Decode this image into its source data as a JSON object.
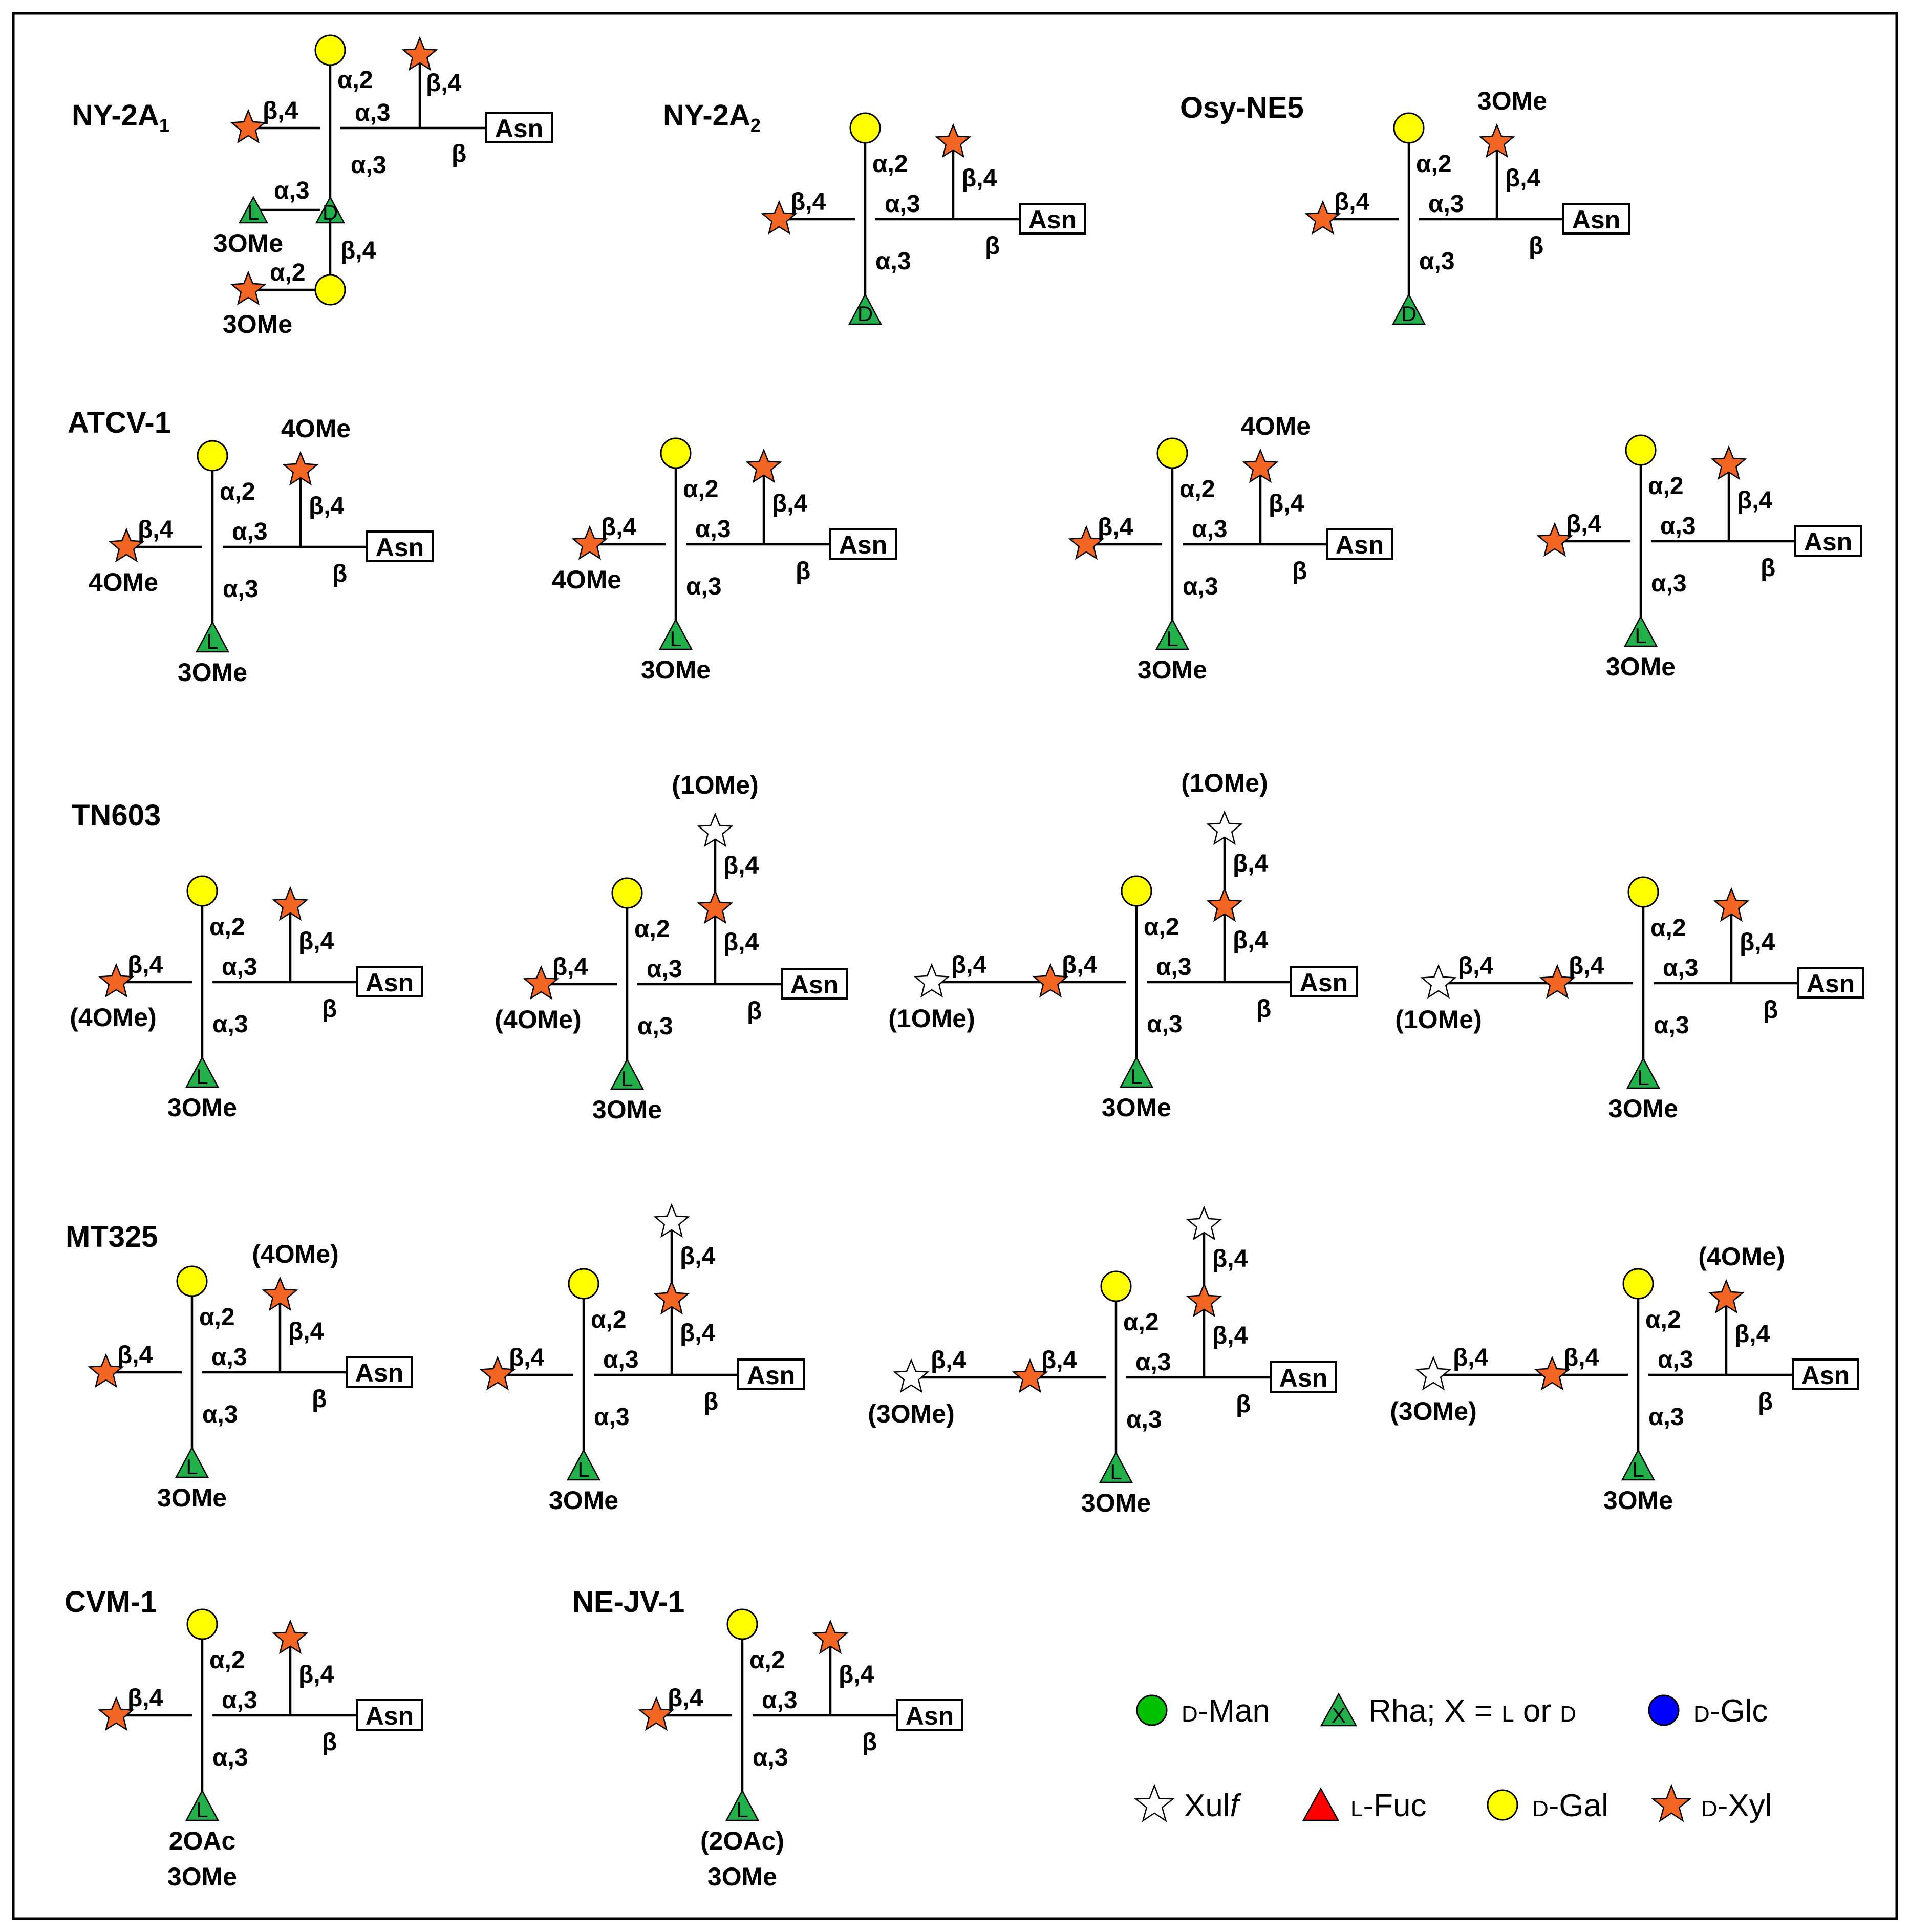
{
  "colors": {
    "gal": "#ffff00",
    "glc": "#0000ff",
    "man": "#00c000",
    "rha": "#22b04a",
    "fuc": "#ff0000",
    "xyl": "#f26522",
    "xulf": "#ffffff"
  },
  "glycans": [
    {
      "title": "NY-2A",
      "title_sub": "1",
      "main_xyl_label": "",
      "xyl4_top": "",
      "xyl4_top_mod": "",
      "xyl4_left": "",
      "xyl4_left_mod": "",
      "xulf_left_mod": "",
      "rha_letter": "D",
      "rha_mods": []
    },
    {
      "title": "NY-2A",
      "title_sub": "2",
      "xyl4_top_mod": "",
      "xyl4_left_mod": "",
      "rha_letter": "D",
      "rha_mods": []
    },
    {
      "title": "Osy-NE5",
      "title_sub": "",
      "xyl4_top_mod": "3OMe",
      "xyl4_left_mod": "",
      "rha_letter": "D",
      "rha_mods": []
    },
    {
      "title": "ATCV-1",
      "title_sub": "",
      "xyl4_top_mod": "4OMe",
      "xyl4_left_mod": "4OMe",
      "rha_letter": "L",
      "rha_mods": [
        "3OMe"
      ]
    },
    {
      "title": "",
      "title_sub": "",
      "xyl4_top_mod": "",
      "xyl4_left_mod": "4OMe",
      "rha_letter": "L",
      "rha_mods": [
        "3OMe"
      ]
    },
    {
      "title": "",
      "title_sub": "",
      "xyl4_top_mod": "4OMe",
      "xyl4_left_mod": "",
      "rha_letter": "L",
      "rha_mods": [
        "3OMe"
      ]
    },
    {
      "title": "",
      "title_sub": "",
      "xyl4_top_mod": "",
      "xyl4_left_mod": "",
      "rha_letter": "L",
      "rha_mods": [
        "3OMe"
      ]
    },
    {
      "title": "TN603",
      "title_sub": "",
      "xyl4_top_mod": "",
      "xyl4_left_mod": "(4OMe)",
      "rha_letter": "L",
      "rha_mods": [
        "3OMe"
      ]
    },
    {
      "title": "",
      "title_sub": "",
      "xulf_top_mod": "(1OMe)",
      "xyl4_left_mod": "(4OMe)",
      "rha_letter": "L",
      "rha_mods": [
        "3OMe"
      ]
    },
    {
      "title": "",
      "title_sub": "",
      "xulf_top_mod": "(1OMe)",
      "xulf_left_mod": "(1OMe)",
      "rha_letter": "L",
      "rha_mods": [
        "3OMe"
      ]
    },
    {
      "title": "",
      "title_sub": "",
      "xyl4_top_mod": "",
      "xulf_left_mod": "(1OMe)",
      "rha_letter": "L",
      "rha_mods": [
        "3OMe"
      ]
    },
    {
      "title": "MT325",
      "title_sub": "",
      "xyl4_top_mod": "(4OMe)",
      "xyl4_left_mod": "",
      "rha_letter": "L",
      "rha_mods": [
        "3OMe"
      ]
    },
    {
      "title": "",
      "title_sub": "",
      "xulf_top_mod": "",
      "xyl4_left_mod": "",
      "rha_letter": "L",
      "rha_mods": [
        "3OMe"
      ]
    },
    {
      "title": "",
      "title_sub": "",
      "xulf_top_mod": "",
      "xulf_left_mod": "(3OMe)",
      "rha_letter": "L",
      "rha_mods": [
        "3OMe"
      ]
    },
    {
      "title": "",
      "title_sub": "",
      "xyl4_top_mod": "(4OMe)",
      "xulf_left_mod": "(3OMe)",
      "rha_letter": "L",
      "rha_mods": [
        "3OMe"
      ]
    },
    {
      "title": "CVM-1",
      "title_sub": "",
      "xyl4_top_mod": "",
      "xyl4_left_mod": "",
      "rha_letter": "L",
      "rha_mods": [
        "2OAc",
        "3OMe"
      ]
    },
    {
      "title": "NE-JV-1",
      "title_sub": "",
      "xyl4_top_mod": "",
      "xyl4_left_mod": "",
      "rha_letter": "L",
      "rha_mods": [
        "(2OAc)",
        "3OMe"
      ]
    }
  ],
  "ny2a1_branch": {
    "rha_l_letter": "L",
    "rha_l_mod": "3OMe",
    "xyl_mod": "3OMe",
    "rha_d_letter": "D"
  },
  "linkages": {
    "a2": "α,2",
    "a3": "α,3",
    "b4": "β,4",
    "b": "β"
  },
  "asn_label": "Asn",
  "legend": [
    {
      "shape": "circle",
      "color": "#00c000",
      "prefix": "D",
      "text": "-Man"
    },
    {
      "shape": "triangle",
      "color": "#22b04a",
      "letter": "X",
      "prefix": "",
      "text": "Rha; X = ",
      "suffix_sc1": "L",
      "mid": " or ",
      "suffix_sc2": "D"
    },
    {
      "shape": "circle",
      "color": "#0000ff",
      "prefix": "D",
      "text": "-Glc"
    },
    {
      "shape": "star",
      "color": "#ffffff",
      "prefix": "",
      "text": "Xul",
      "italic": "f"
    },
    {
      "shape": "triangle",
      "color": "#ff0000",
      "prefix": "L",
      "text": "-Fuc"
    },
    {
      "shape": "circle",
      "color": "#ffff00",
      "prefix": "D",
      "text": "-Gal"
    },
    {
      "shape": "star",
      "color": "#f26522",
      "prefix": "D",
      "text": "-Xyl"
    }
  ]
}
